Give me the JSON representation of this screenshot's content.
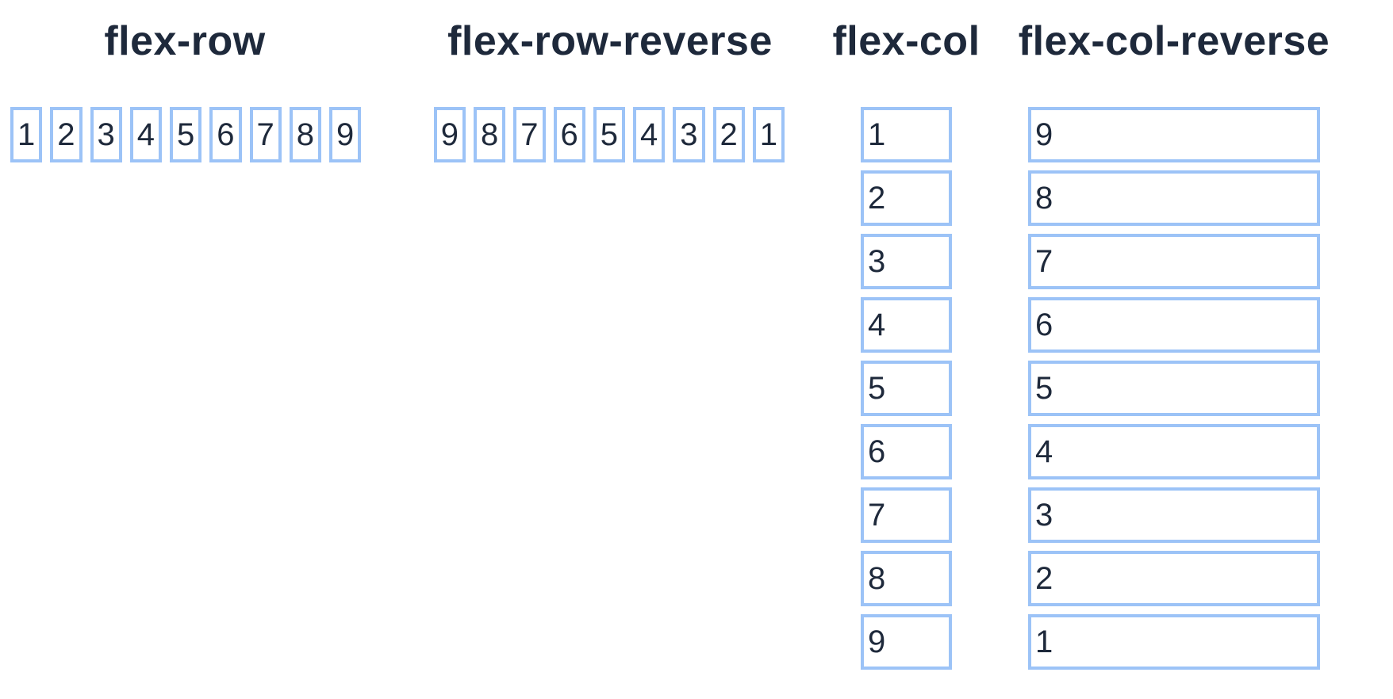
{
  "colors": {
    "box_border": "#9cc3f7",
    "text": "#1e293b",
    "box_background": "#ffffff",
    "page_background": "#ffffff"
  },
  "sections": [
    {
      "title": "flex-row",
      "direction": "row",
      "items": [
        "1",
        "2",
        "3",
        "4",
        "5",
        "6",
        "7",
        "8",
        "9"
      ]
    },
    {
      "title": "flex-row-reverse",
      "direction": "row-reverse",
      "items": [
        "1",
        "2",
        "3",
        "4",
        "5",
        "6",
        "7",
        "8",
        "9"
      ]
    },
    {
      "title": "flex-col",
      "direction": "column",
      "items": [
        "1",
        "2",
        "3",
        "4",
        "5",
        "6",
        "7",
        "8",
        "9"
      ]
    },
    {
      "title": "flex-col-reverse",
      "direction": "column-reverse",
      "items": [
        "1",
        "2",
        "3",
        "4",
        "5",
        "6",
        "7",
        "8",
        "9"
      ]
    }
  ]
}
